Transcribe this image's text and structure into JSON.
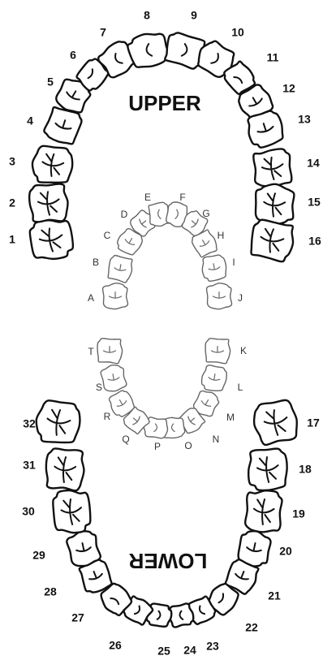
{
  "labels": {
    "upper": "UPPER",
    "lower": "LOWER"
  },
  "permanent_teeth": [
    "1",
    "2",
    "3",
    "4",
    "5",
    "6",
    "7",
    "8",
    "9",
    "10",
    "11",
    "12",
    "13",
    "14",
    "15",
    "16",
    "17",
    "18",
    "19",
    "20",
    "21",
    "22",
    "23",
    "24",
    "25",
    "26",
    "27",
    "28",
    "29",
    "30",
    "31",
    "32"
  ],
  "primary_teeth": [
    "A",
    "B",
    "C",
    "D",
    "E",
    "F",
    "G",
    "H",
    "I",
    "J",
    "K",
    "L",
    "M",
    "N",
    "O",
    "P",
    "Q",
    "R",
    "S",
    "T"
  ]
}
